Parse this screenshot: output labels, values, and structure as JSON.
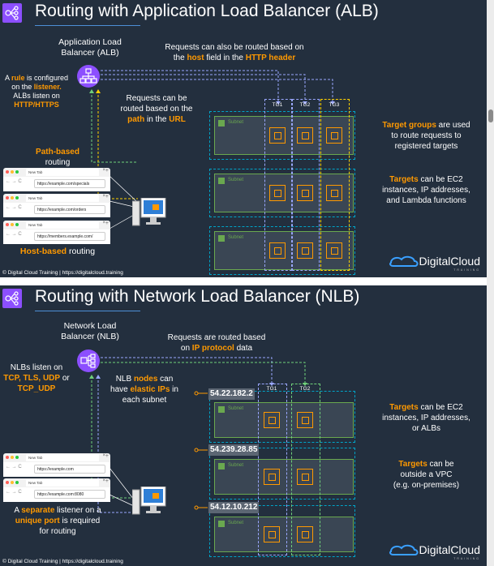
{
  "colors": {
    "background": "#232f3e",
    "accent": "#ff9900",
    "subnet": "#6aa84f",
    "vpc": "#00a4c8",
    "tg3": "#ffd000"
  },
  "slide1": {
    "title": "Routing with Application Load Balancer (ALB)",
    "lb_label_line1": "Application Load",
    "lb_label_line2": "Balancer (ALB)",
    "host_note": {
      "l1": "Requests can also be routed based on",
      "l2_a": "the ",
      "l2_b": "host",
      "l2_c": " field in the ",
      "l2_d": "HTTP header"
    },
    "rule_note": {
      "a": "A ",
      "b": "rule",
      "c": " is configured",
      "d": "on the ",
      "e": "listener.",
      "f": "ALBs listen on",
      "g": "HTTP/HTTPS"
    },
    "path_note": {
      "l1": "Requests can be",
      "l2": "routed based on the",
      "l3_a": "path",
      "l3_b": " in the ",
      "l3_c": "URL"
    },
    "path_routing": {
      "a": "Path-based",
      "b": "routing"
    },
    "host_routing": {
      "a": "Host-based",
      "b": " routing"
    },
    "tg_labels": [
      "TG1",
      "TG2",
      "TG3"
    ],
    "subnet_label": "Subnet",
    "browsers": [
      {
        "tab": "New Tab",
        "url": "https://example.com/specials"
      },
      {
        "tab": "New Tab",
        "url": "https://example.com/orders"
      },
      {
        "tab": "New Tab",
        "url": "https://members.example.com/"
      }
    ],
    "tg_note": {
      "a": "Target groups",
      "b": " are used",
      "c": "to route requests to",
      "d": "registered targets"
    },
    "targets_note": {
      "a": "Targets",
      "b": " can be EC2",
      "c": "instances, IP addresses,",
      "d": "and Lambda functions"
    },
    "footer": "© Digital Cloud Training | https://digitalcloud.training",
    "brand": "DigitalCloud",
    "brand_sub": "TRAINING"
  },
  "slide2": {
    "title": "Routing with Network Load Balancer (NLB)",
    "lb_label_line1": "Network Load",
    "lb_label_line2": "Balancer (NLB)",
    "proto_note": {
      "l1": "Requests are routed based",
      "l2_a": "on ",
      "l2_b": "IP protocol",
      "l2_c": " data"
    },
    "listen_note": {
      "a": "NLBs listen on",
      "b": "TCP, TLS, UDP",
      "c": " or",
      "d": "TCP_UDP"
    },
    "nodes_note": {
      "a": "NLB ",
      "b": "nodes",
      "c": " can",
      "d": "have ",
      "e": "elastic IPs",
      "f": " in",
      "g": "each subnet"
    },
    "ips": [
      "54.22.182.2",
      "54.239.28.85",
      "54.12.10.212"
    ],
    "tg_labels": [
      "TG1",
      "TG2"
    ],
    "subnet_label": "Subnet",
    "browsers": [
      {
        "tab": "New Tab",
        "url": "https://example.com"
      },
      {
        "tab": "New Tab",
        "url": "https://example.com:8080"
      }
    ],
    "port_note": {
      "a": "A ",
      "b": "separate",
      "c": " listener on a",
      "d": "unique port",
      "e": " is required",
      "f": "for routing"
    },
    "targets_note": {
      "a": "Targets",
      "b": " can be EC2",
      "c": "instances, IP addresses,",
      "d": "or ALBs"
    },
    "outside_note": {
      "a": "Targets",
      "b": " can be",
      "c": "outside a VPC",
      "d": "(e.g. on-premises)"
    },
    "footer": "© Digital Cloud Training | https://digitalcloud.training",
    "brand": "DigitalCloud",
    "brand_sub": "TRAINING"
  }
}
